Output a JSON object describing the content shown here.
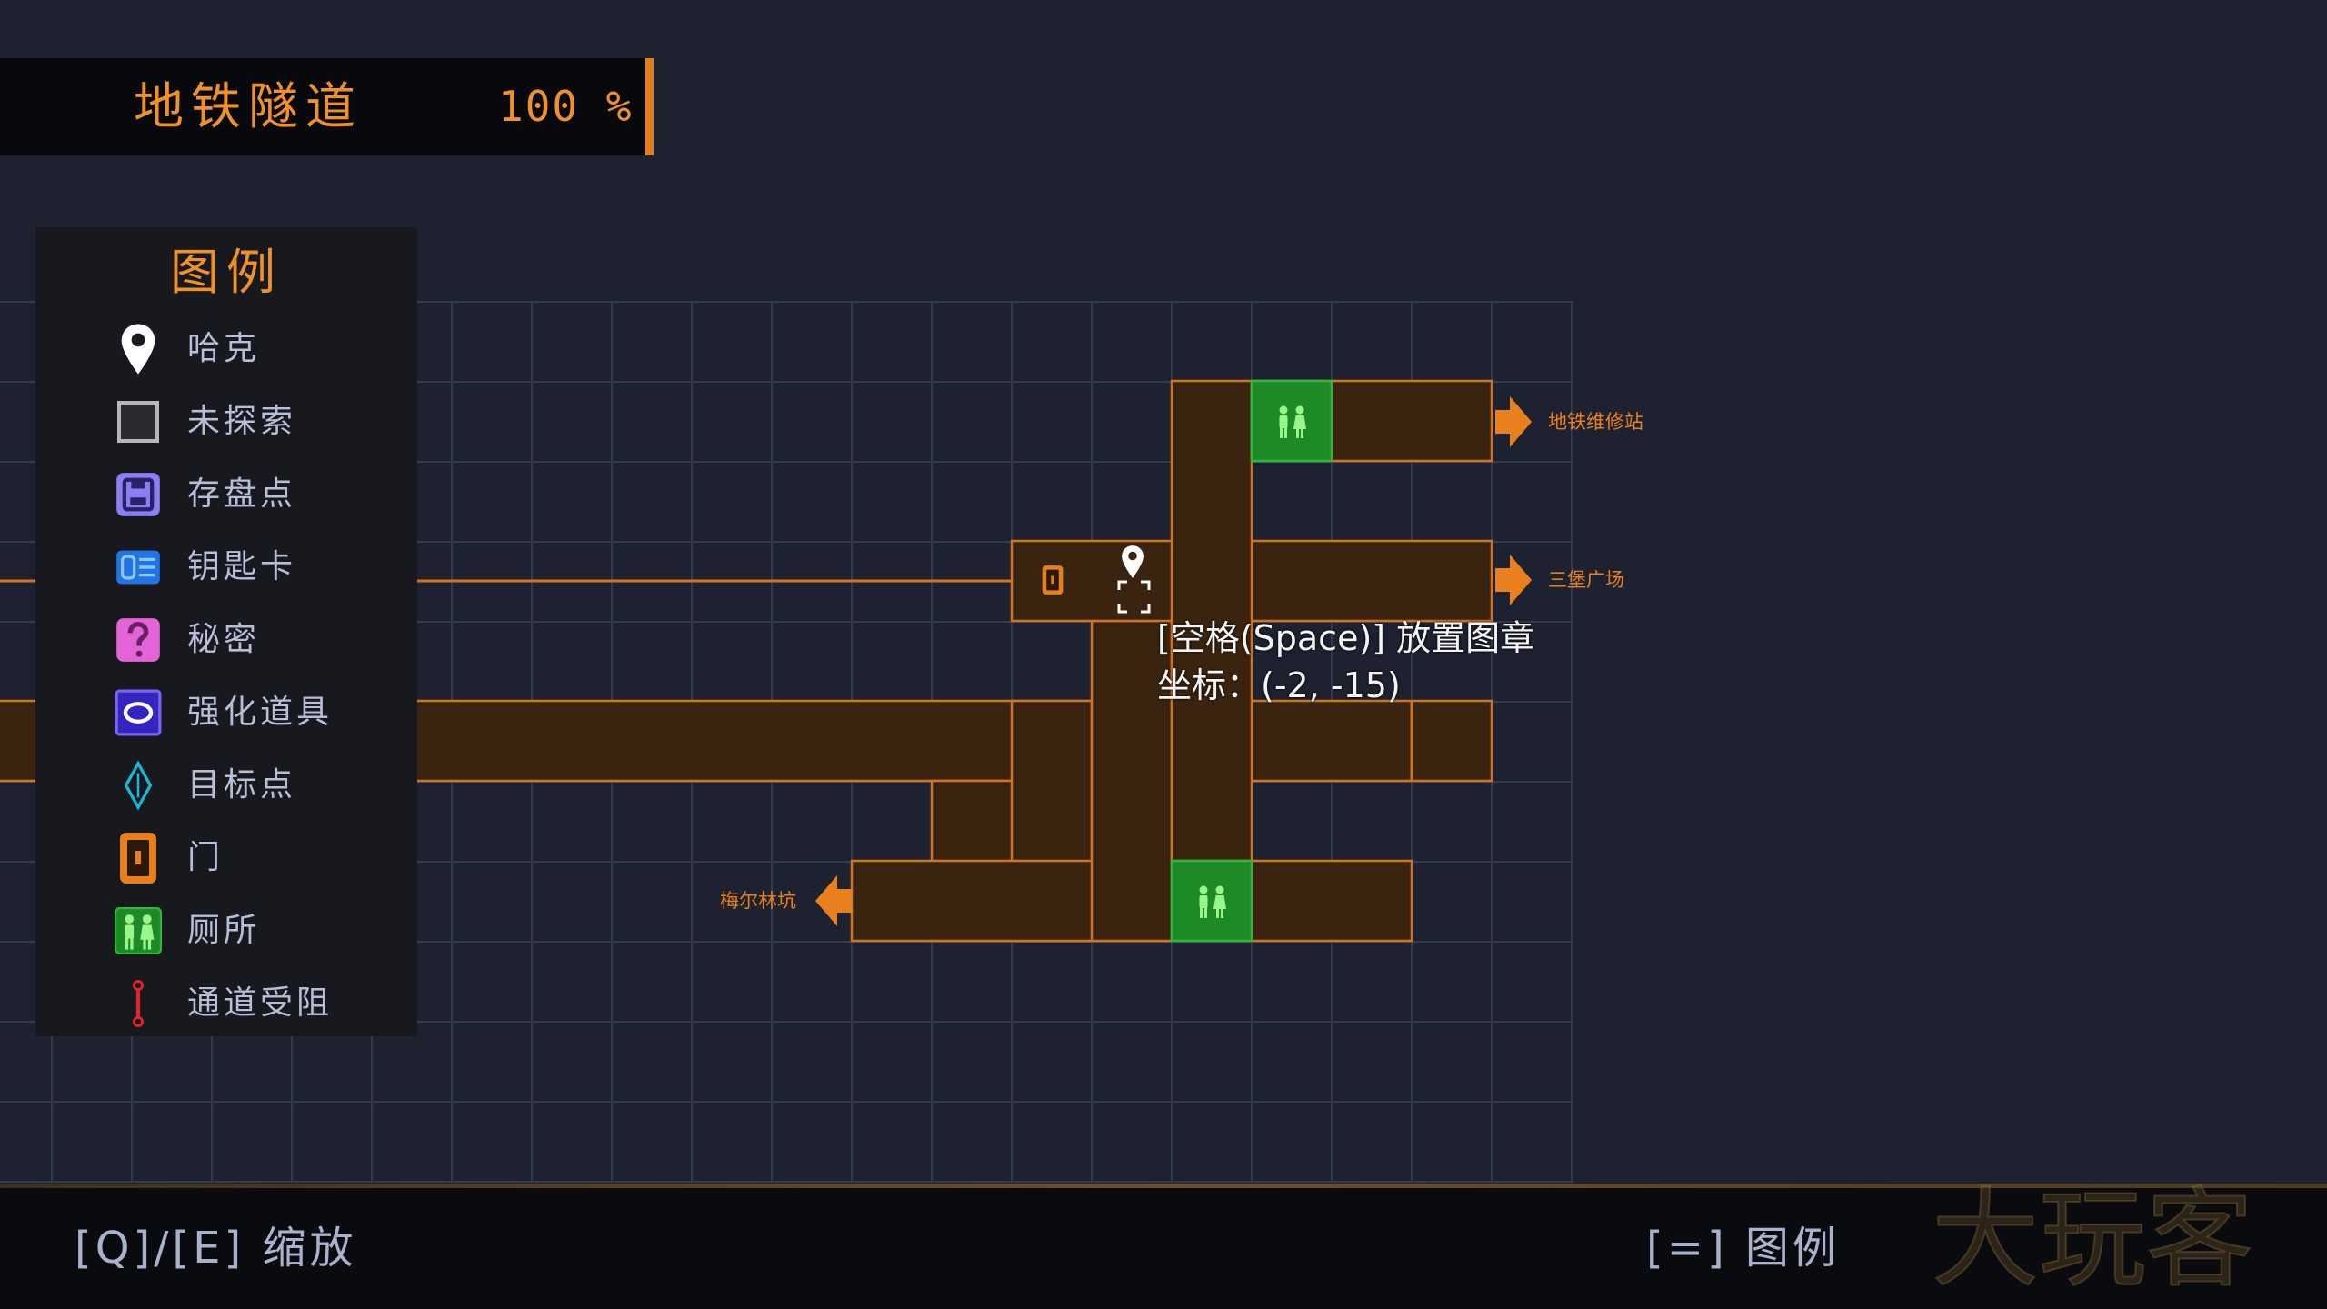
{
  "area": {
    "name": "地铁隧道",
    "completion": "100 %"
  },
  "legend": {
    "title": "图例",
    "items": [
      {
        "label": "哈克",
        "icon": "map-pin-icon"
      },
      {
        "label": "未探索",
        "icon": "unexplored-square-icon"
      },
      {
        "label": "存盘点",
        "icon": "save-point-icon"
      },
      {
        "label": "钥匙卡",
        "icon": "keycard-icon"
      },
      {
        "label": "秘密",
        "icon": "secret-icon"
      },
      {
        "label": "强化道具",
        "icon": "upgrade-icon"
      },
      {
        "label": "目标点",
        "icon": "objective-icon"
      },
      {
        "label": "门",
        "icon": "door-icon"
      },
      {
        "label": "厕所",
        "icon": "restroom-icon"
      },
      {
        "label": "通道受阻",
        "icon": "blocked-passage-icon"
      }
    ]
  },
  "map": {
    "exits": [
      {
        "label": "地铁维修站",
        "icon": "arrow-right-icon"
      },
      {
        "label": "三堡广场",
        "icon": "arrow-right-icon"
      },
      {
        "label": "梅尔林坑",
        "icon": "arrow-left-icon"
      }
    ],
    "cursor_prompt": "[空格(Space)] 放置图章",
    "cursor_coordinates": "坐标：(-2, -15)"
  },
  "footer": {
    "zoom_hint": "[Q]/[E] 缩放",
    "legend_hint": "[=] 图例"
  },
  "watermark": "大玩客",
  "colors": {
    "background": "#1e2130",
    "accent_orange": "#f0902a",
    "room_fill": "#3a2410",
    "room_border": "#d2731f",
    "restroom_green": "#1d8a27",
    "legend_text": "#b7bed8"
  }
}
